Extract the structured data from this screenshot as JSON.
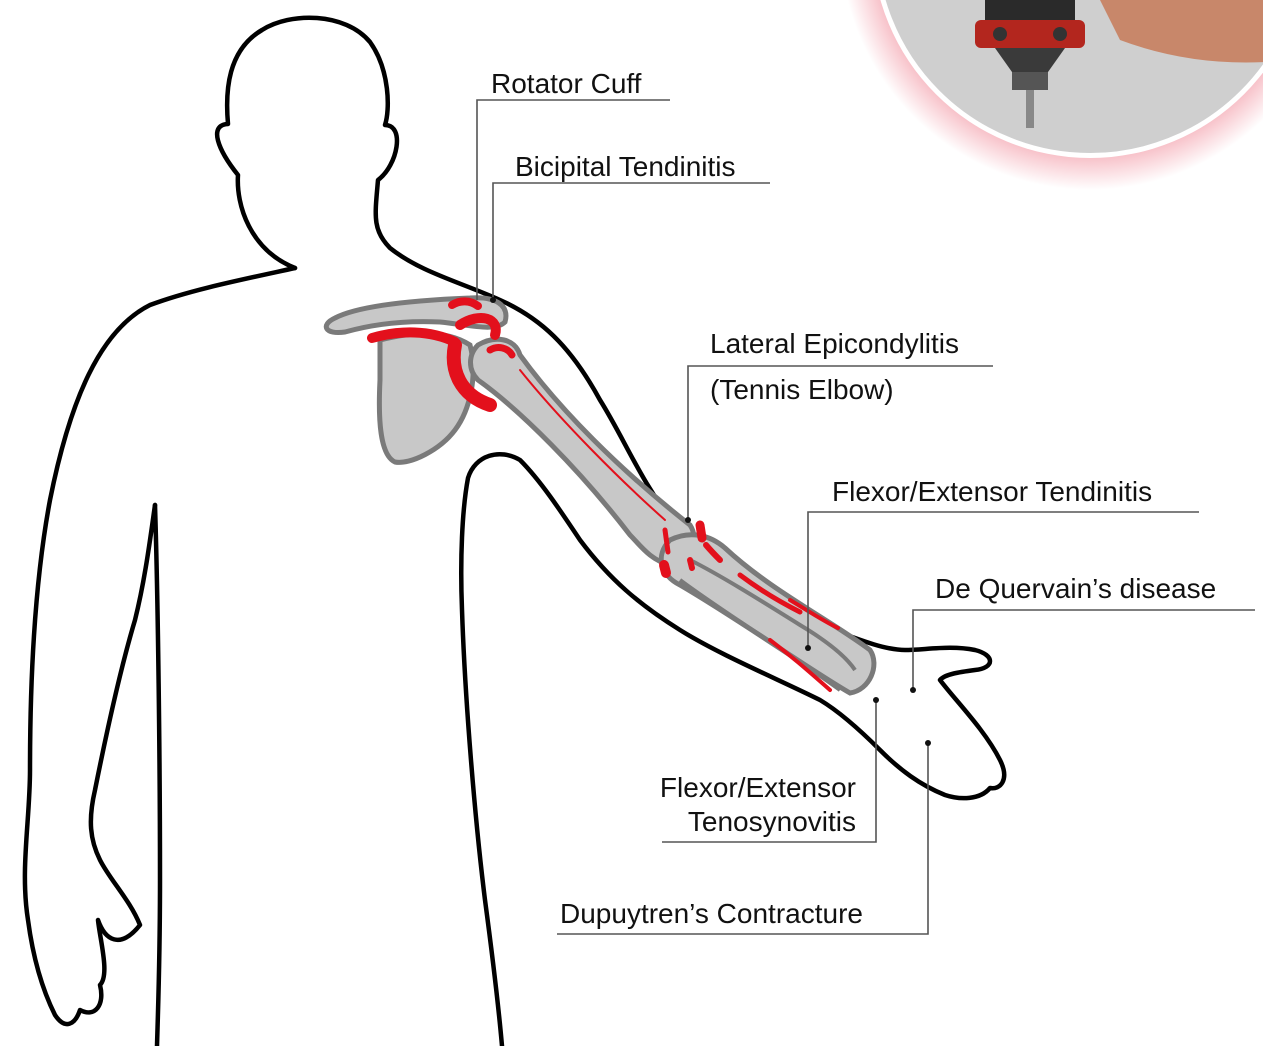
{
  "colors": {
    "outline": "#000000",
    "bone_fill": "#c8c8c8",
    "bone_stroke": "#7a7a7a",
    "injury": "#e3101c",
    "leader": "#555555",
    "inset_bg": "#cfcfcf",
    "inset_glow": "#e8435a"
  },
  "icons": {
    "tool_inset": "massage-tool-photo"
  },
  "labels": {
    "rotator_cuff": "Rotator Cuff",
    "bicipital_tendinitis": "Bicipital Tendinitis",
    "lateral_epicondylitis_1": "Lateral Epicondylitis",
    "lateral_epicondylitis_2": "(Tennis Elbow)",
    "flexor_extensor_tendinitis": "Flexor/Extensor Tendinitis",
    "de_quervain": "De Quervain’s disease",
    "flexor_extensor_tenosynovitis_1": "Flexor/Extensor",
    "flexor_extensor_tenosynovitis_2": "Tenosynovitis",
    "dupuytren": "Dupuytren’s Contracture"
  }
}
